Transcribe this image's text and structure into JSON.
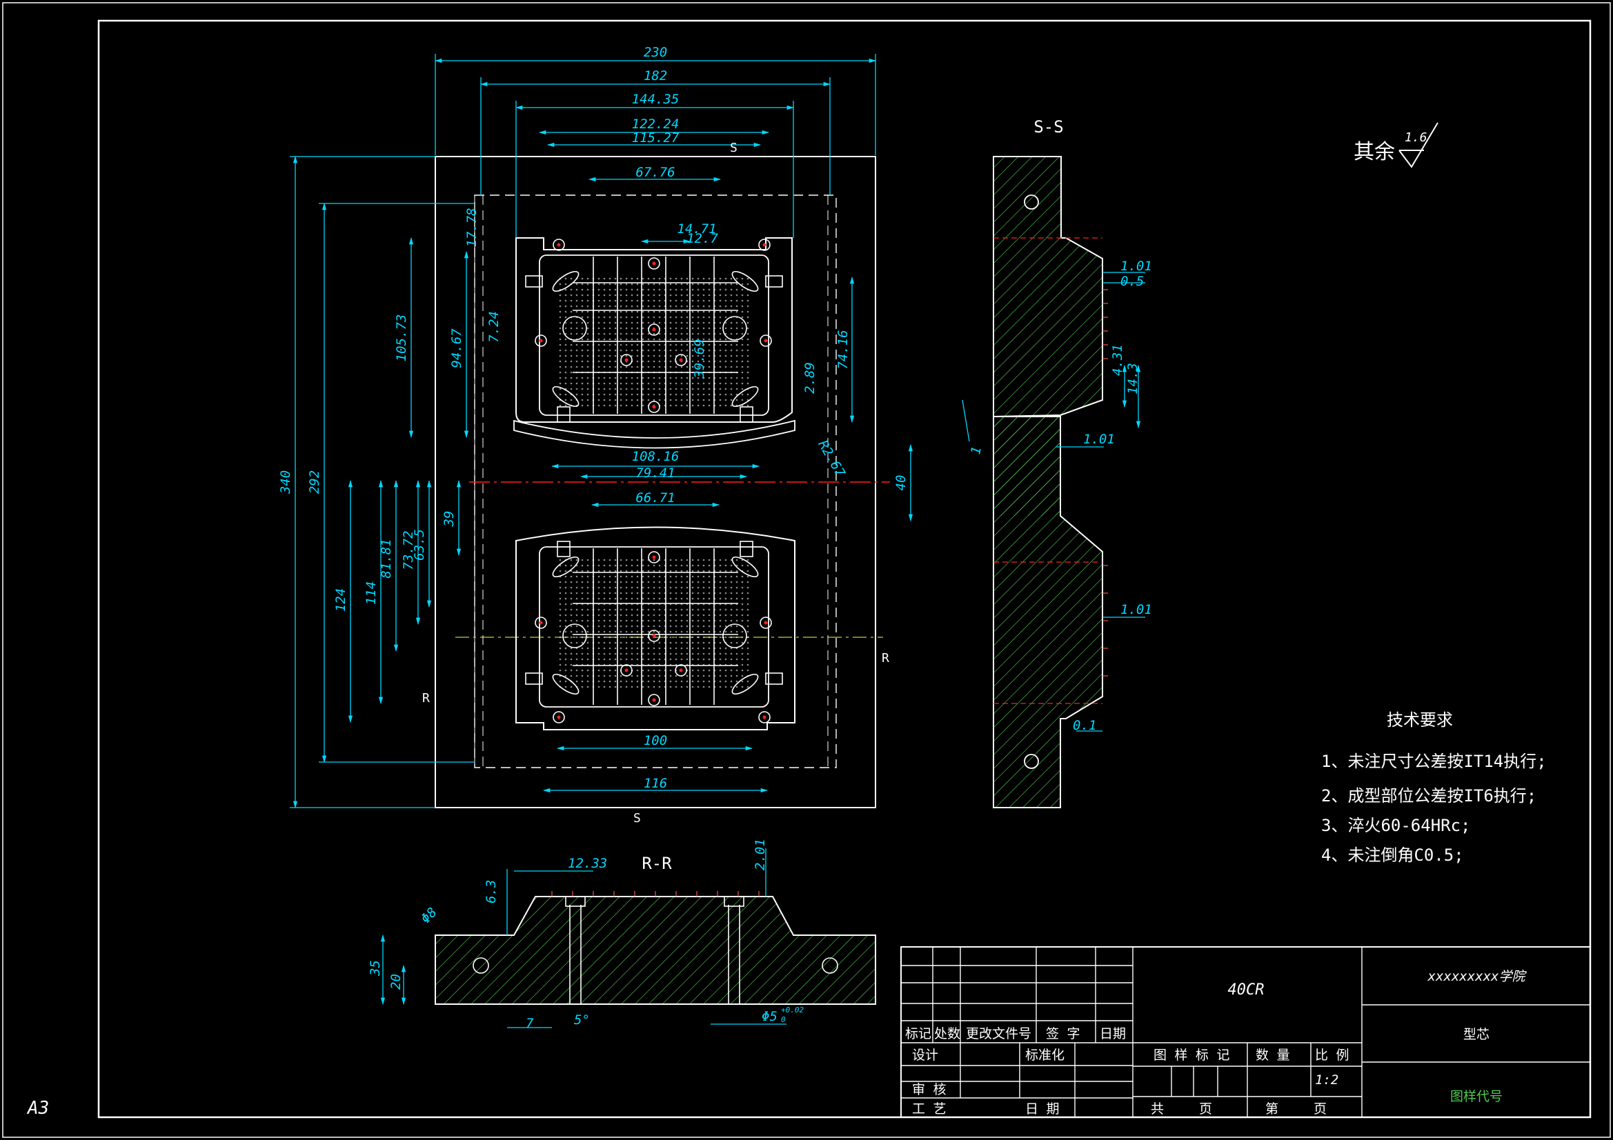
{
  "sheet_size": "A3",
  "colors": {
    "background": "#000000",
    "outline": "#ffffff",
    "dimension": "#00d8ff",
    "centerline": "#ff2020",
    "hatch": "#4ec94e",
    "title": "#c8d850"
  },
  "plan_view": {
    "dims_top": [
      "230",
      "182",
      "144.35",
      "122.24",
      "115.27",
      "67.76",
      "14.71",
      "12.7"
    ],
    "dims_left": [
      "340",
      "292",
      "105.73",
      "94.67",
      "17.78",
      "7.24",
      "124",
      "114",
      "81.81",
      "73.72",
      "63.5",
      "39"
    ],
    "dims_right": [
      "74.16",
      "2.89",
      "R2.67",
      "40"
    ],
    "dims_middle": [
      "108.16",
      "79.41",
      "66.71"
    ],
    "dims_bottom": [
      "100",
      "116"
    ],
    "small_dim": "39.69",
    "section_label_s": "S",
    "section_label_r": "R"
  },
  "section_ss": {
    "title": "S-S",
    "dims": [
      "1.01",
      "0.5",
      "4.31",
      "14.3",
      "1.01",
      "1",
      "1.01",
      "0.1"
    ]
  },
  "section_rr": {
    "title": "R-R",
    "dims": [
      "12.33",
      "2.01",
      "6.3",
      "Φ8",
      "35",
      "20",
      "7",
      "5°",
      "Φ5"
    ],
    "tol_upper": "+0.02",
    "tol_lower": "0"
  },
  "roughness": {
    "prefix": "其余",
    "value": "1.6"
  },
  "tech_requirements": {
    "title": "技术要求",
    "items": [
      "1、未注尺寸公差按IT14执行;",
      "2、成型部位公差按IT6执行;",
      "3、淬火60-64HRc;",
      "4、未注倒角C0.5;"
    ]
  },
  "title_block": {
    "material": "40CR",
    "school": "xxxxxxxxx学院",
    "part_name": "型芯",
    "drawing_code": "图样代号",
    "row_labels": [
      "标记",
      "处数",
      "更改文件号",
      "签 字",
      "日期"
    ],
    "design": "设计",
    "standardize": "标准化",
    "review": "审 核",
    "process": "工 艺",
    "date": "日 期",
    "pattern_mark": "图 样 标 记",
    "quantity": "数 量",
    "scale_label": "比 例",
    "scale": "1:2",
    "total": "共",
    "page": "页",
    "sheet": "第",
    "page2": "页"
  }
}
